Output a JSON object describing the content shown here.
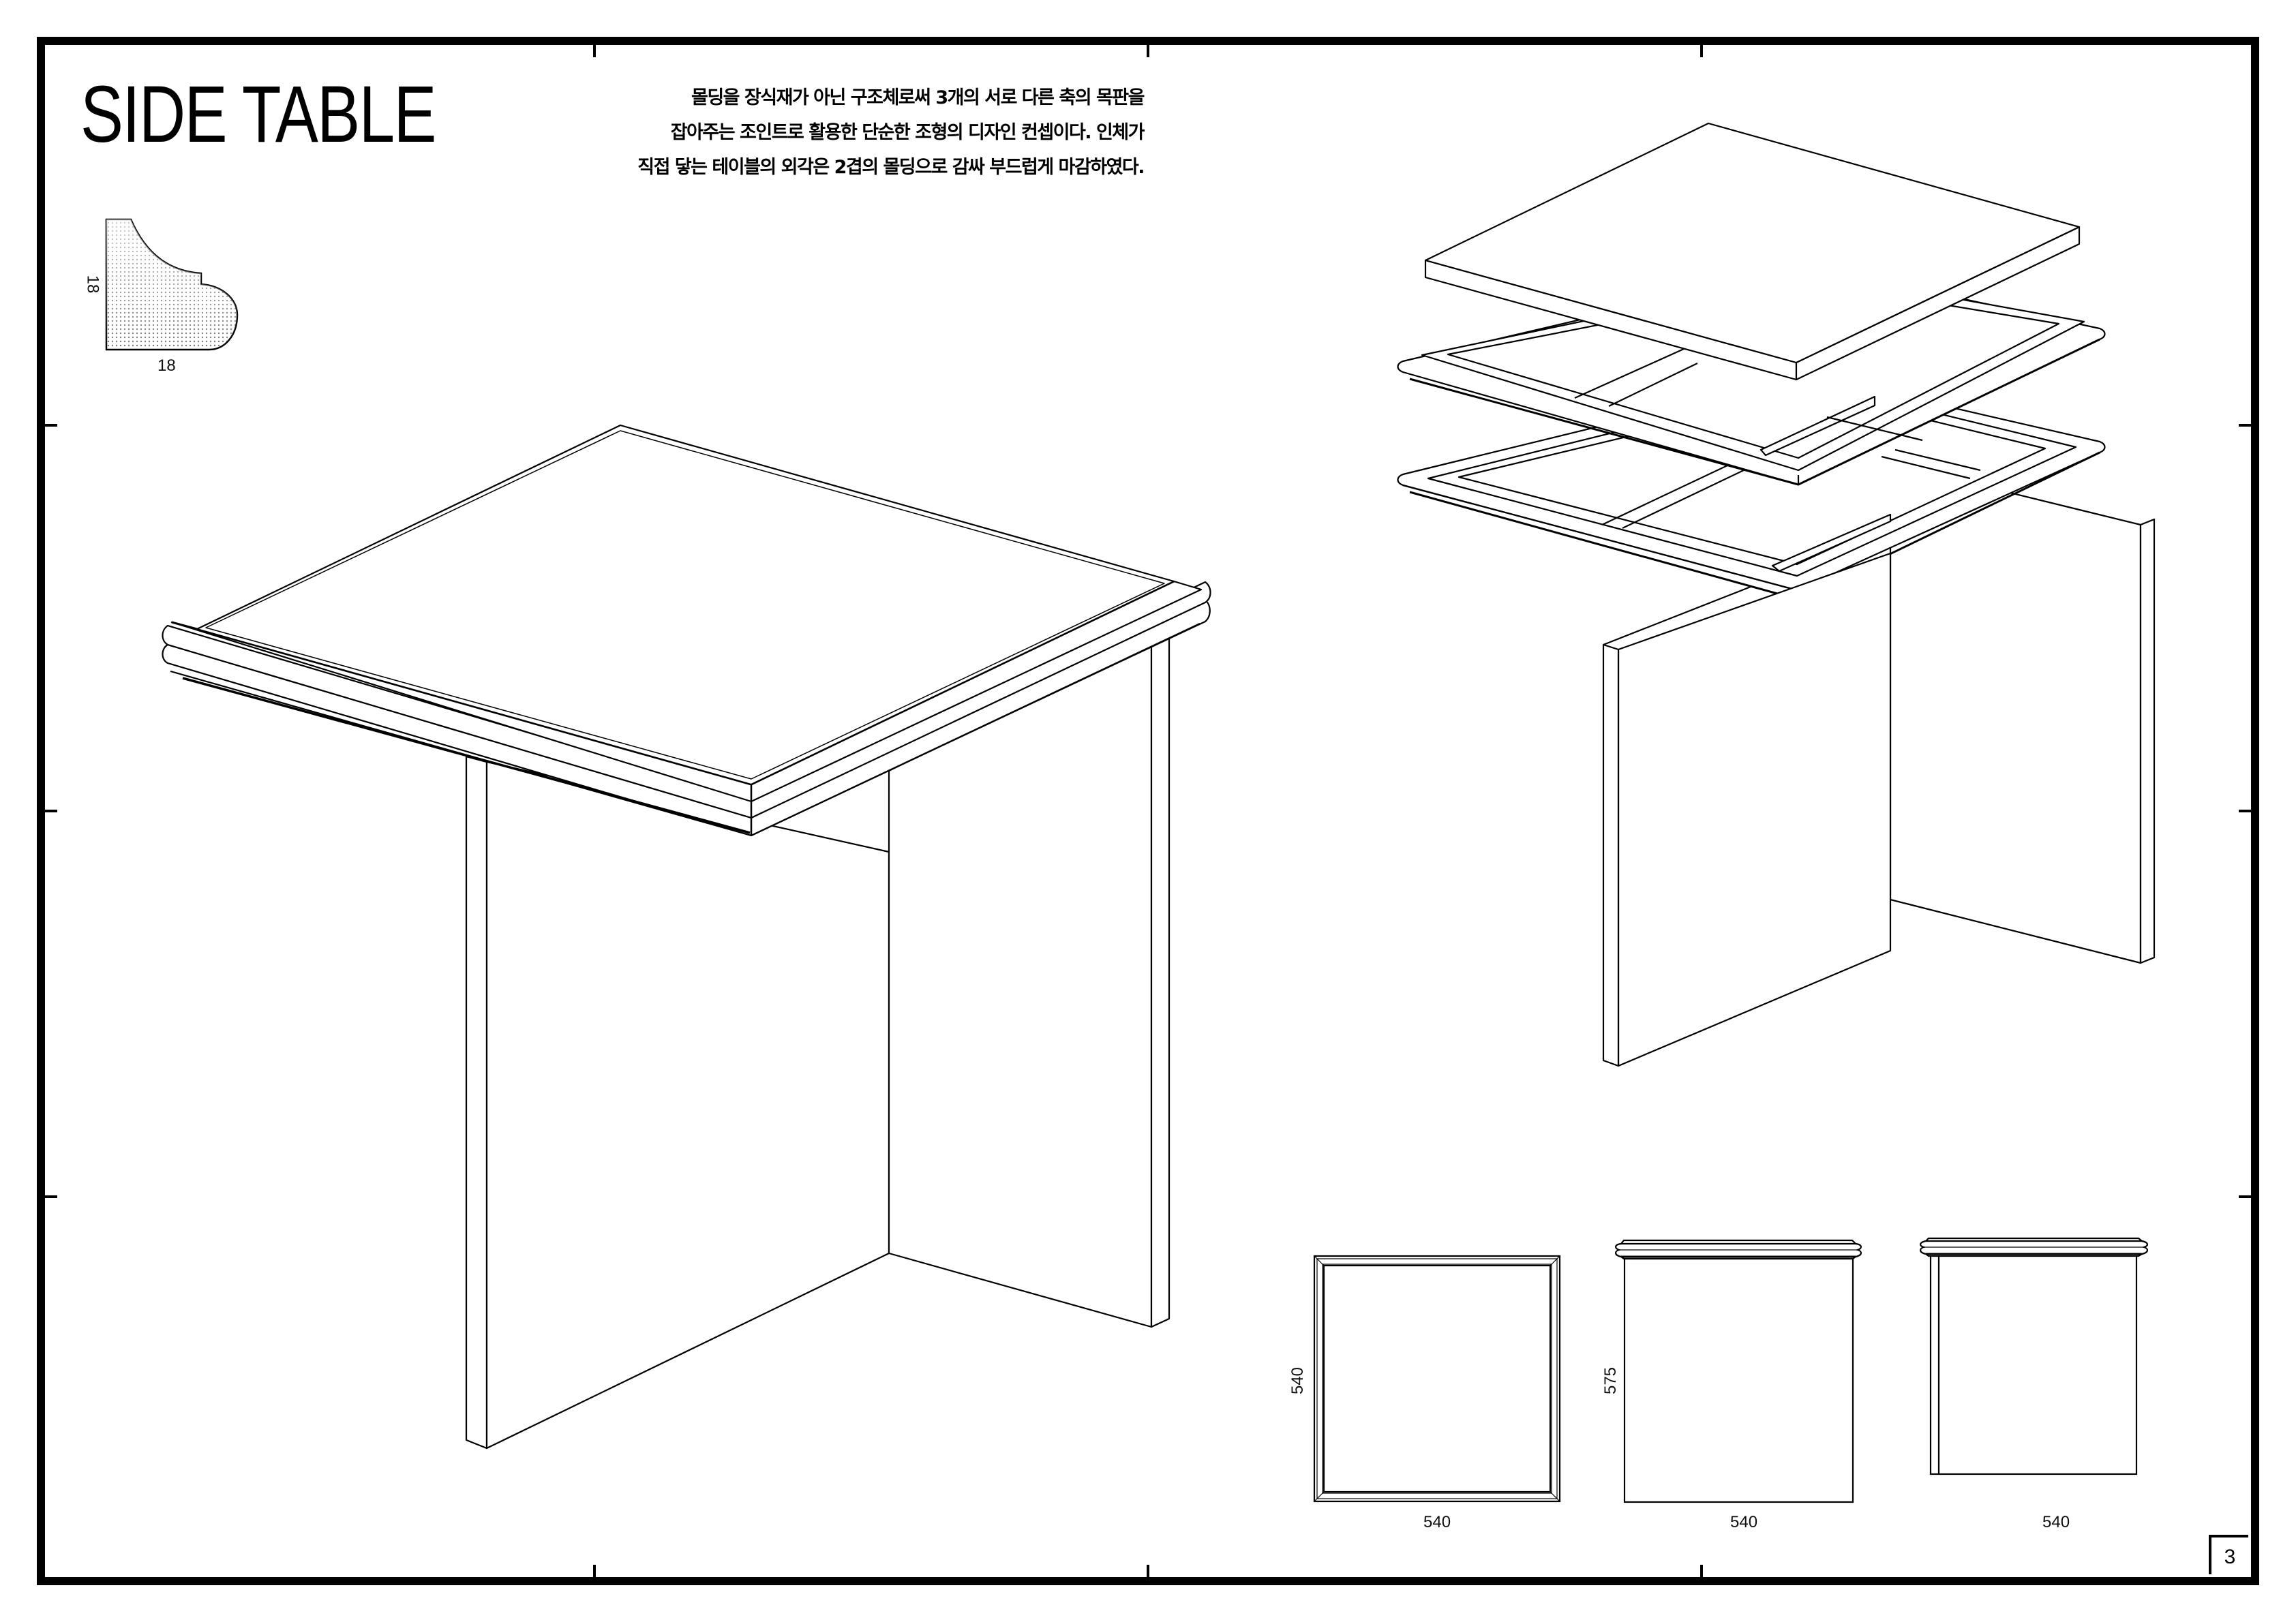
{
  "header": {
    "title": "SIDE TABLE",
    "description_lines": [
      "몰딩을 장식재가 아닌 구조체로써 3개의 서로 다른 축의 목판을",
      "잡아주는 조인트로 활용한 단순한 조형의 디자인 컨셉이다. 인체가",
      "직접 닿는 테이블의 외각은 2겹의 몰딩으로 감싸 부드럽게 마감하였다."
    ]
  },
  "moulding_profile": {
    "width_label": "18",
    "height_label": "18"
  },
  "views": {
    "isometric": "assembled-isometric",
    "exploded": "exploded-isometric",
    "orthographic": [
      {
        "name": "top-view",
        "width_label": "540",
        "height_label": "540"
      },
      {
        "name": "front-view",
        "width_label": "540",
        "height_label": "575"
      },
      {
        "name": "side-view",
        "width_label": "540"
      }
    ]
  },
  "page": {
    "number": "3"
  },
  "colors": {
    "ink": "#000000",
    "paper": "#ffffff"
  }
}
